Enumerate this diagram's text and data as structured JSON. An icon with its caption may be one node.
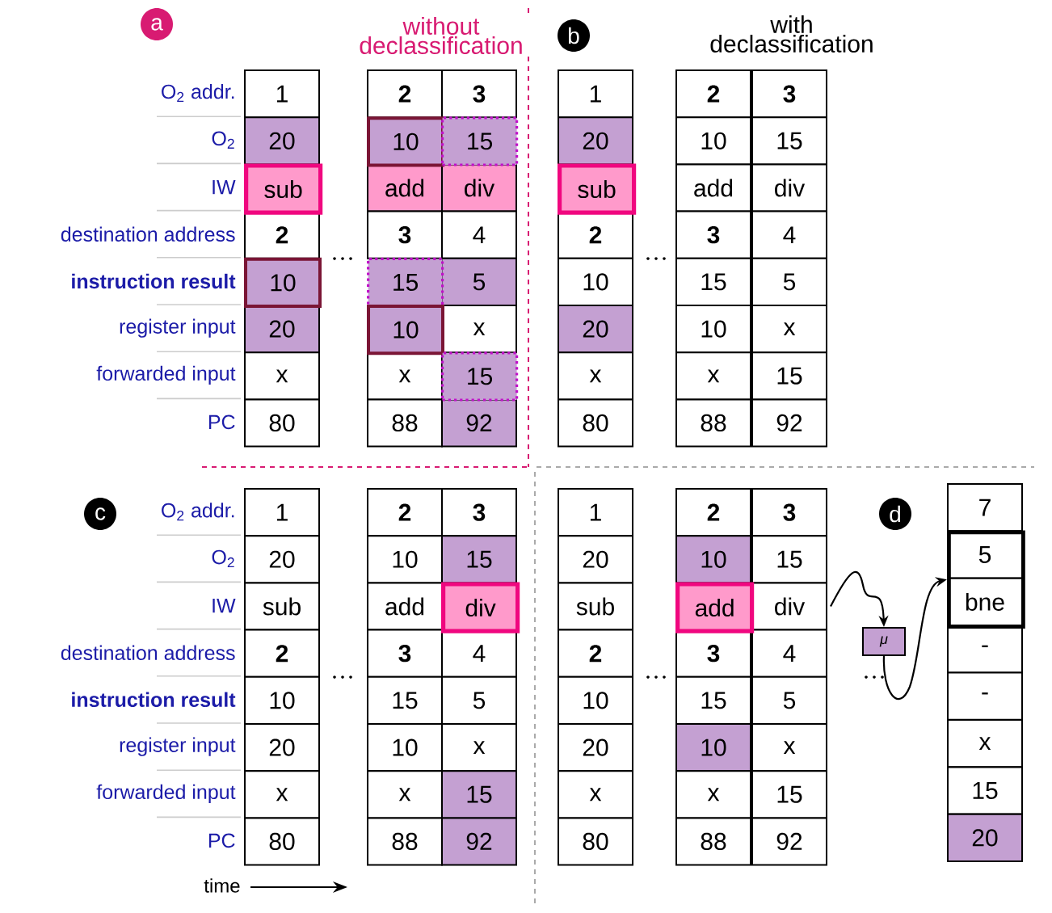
{
  "diagram": {
    "nodes": [
      {
        "text": [
          "1"
        ]
      },
      {
        "text": [
          "2"
        ]
      },
      {
        "text": [
          "3"
        ]
      },
      {
        "text": [
          "20"
        ]
      },
      {
        "text": [
          "10"
        ]
      },
      {
        "text": [
          "15"
        ]
      },
      {
        "text": [
          "sub"
        ]
      },
      {
        "text": [
          "add"
        ]
      },
      {
        "text": [
          "div"
        ]
      },
      {
        "text": [
          "2"
        ]
      },
      {
        "text": [
          "3"
        ]
      },
      {
        "text": [
          "4"
        ]
      },
      {
        "text": [
          "10"
        ]
      },
      {
        "text": [
          "15"
        ]
      },
      {
        "text": [
          "5"
        ]
      },
      {
        "text": [
          "20"
        ]
      },
      {
        "text": [
          "10"
        ]
      },
      {
        "text": [
          "x"
        ]
      },
      {
        "text": [
          "x"
        ]
      },
      {
        "text": [
          "x"
        ]
      },
      {
        "text": [
          "15"
        ]
      },
      {
        "text": [
          "80"
        ]
      },
      {
        "text": [
          "88"
        ]
      },
      {
        "text": [
          "92"
        ]
      },
      {
        "text": [
          "1"
        ]
      },
      {
        "text": [
          "2"
        ]
      },
      {
        "text": [
          "3"
        ]
      },
      {
        "text": [
          "20"
        ]
      },
      {
        "text": [
          "10"
        ]
      },
      {
        "text": [
          "15"
        ]
      },
      {
        "text": [
          "sub"
        ]
      },
      {
        "text": [
          "add"
        ]
      },
      {
        "text": [
          "div"
        ]
      },
      {
        "text": [
          "2"
        ]
      },
      {
        "text": [
          "3"
        ]
      },
      {
        "text": [
          "4"
        ]
      },
      {
        "text": [
          "10"
        ]
      },
      {
        "text": [
          "15"
        ]
      },
      {
        "text": [
          "5"
        ]
      },
      {
        "text": [
          "20"
        ]
      },
      {
        "text": [
          "10"
        ]
      },
      {
        "text": [
          "x"
        ]
      },
      {
        "text": [
          "x"
        ]
      },
      {
        "text": [
          "x"
        ]
      },
      {
        "text": [
          "15"
        ]
      },
      {
        "text": [
          "80"
        ]
      },
      {
        "text": [
          "88"
        ]
      },
      {
        "text": [
          "92"
        ]
      },
      {
        "text": [
          "1"
        ]
      },
      {
        "text": [
          "2"
        ]
      },
      {
        "text": [
          "3"
        ]
      },
      {
        "text": [
          "20"
        ]
      },
      {
        "text": [
          "10"
        ]
      },
      {
        "text": [
          "15"
        ]
      },
      {
        "text": [
          "sub"
        ]
      },
      {
        "text": [
          "add"
        ]
      },
      {
        "text": [
          "div"
        ]
      },
      {
        "text": [
          "2"
        ]
      },
      {
        "text": [
          "3"
        ]
      },
      {
        "text": [
          "4"
        ]
      },
      {
        "text": [
          "10"
        ]
      },
      {
        "text": [
          "15"
        ]
      },
      {
        "text": [
          "5"
        ]
      },
      {
        "text": [
          "20"
        ]
      },
      {
        "text": [
          "10"
        ]
      },
      {
        "text": [
          "x"
        ]
      },
      {
        "text": [
          "x"
        ]
      },
      {
        "text": [
          "x"
        ]
      },
      {
        "text": [
          "15"
        ]
      },
      {
        "text": [
          "80"
        ]
      },
      {
        "text": [
          "88"
        ]
      },
      {
        "text": [
          "92"
        ]
      },
      {
        "text": [
          "1"
        ]
      },
      {
        "text": [
          "2"
        ]
      },
      {
        "text": [
          "3"
        ]
      },
      {
        "text": [
          "20"
        ]
      },
      {
        "text": [
          "10"
        ]
      },
      {
        "text": [
          "15"
        ]
      },
      {
        "text": [
          "sub"
        ]
      },
      {
        "text": [
          "add"
        ]
      },
      {
        "text": [
          "div"
        ]
      },
      {
        "text": [
          "2"
        ]
      },
      {
        "text": [
          "3"
        ]
      },
      {
        "text": [
          "4"
        ]
      },
      {
        "text": [
          "10"
        ]
      },
      {
        "text": [
          "15"
        ]
      },
      {
        "text": [
          "5"
        ]
      },
      {
        "text": [
          "20"
        ]
      },
      {
        "text": [
          "10"
        ]
      },
      {
        "text": [
          "x"
        ]
      },
      {
        "text": [
          "x"
        ]
      },
      {
        "text": [
          "x"
        ]
      },
      {
        "text": [
          "15"
        ]
      },
      {
        "text": [
          "80"
        ]
      },
      {
        "text": [
          "88"
        ]
      },
      {
        "text": [
          "92"
        ]
      },
      {
        "text": [],
        "shape": "box"
      },
      {
        "text": [
          "7"
        ]
      },
      {
        "text": [
          "5"
        ],
        "in": 96
      },
      {
        "text": [
          "bne"
        ],
        "in": 96
      },
      {
        "text": [
          "-"
        ]
      },
      {
        "text": [
          "-"
        ]
      },
      {
        "text": [
          "x"
        ]
      },
      {
        "text": [
          "15"
        ]
      },
      {
        "text": [
          "20"
        ]
      },
      {
        "text": [
          "μ"
        ]
      }
    ],
    "edges": [
      {
        "from": 80,
        "to": 105,
        "arrow": "to"
      },
      {
        "from": 105,
        "to": 96,
        "arrow": "to"
      }
    ],
    "labels": [
      "a",
      "without declassification",
      "b",
      "with declassification",
      "O$_{2}$ addr.",
      "O$_{2}$",
      "IW",
      "destination address",
      "instruction result",
      "register input",
      "forwarded input",
      "PC",
      "c",
      "O$_{2}$ addr.",
      "O$_{2}$",
      "IW",
      "destination address",
      "instruction result",
      "register input",
      "forwarded input",
      "PC",
      "d",
      "time"
    ]
  }
}
